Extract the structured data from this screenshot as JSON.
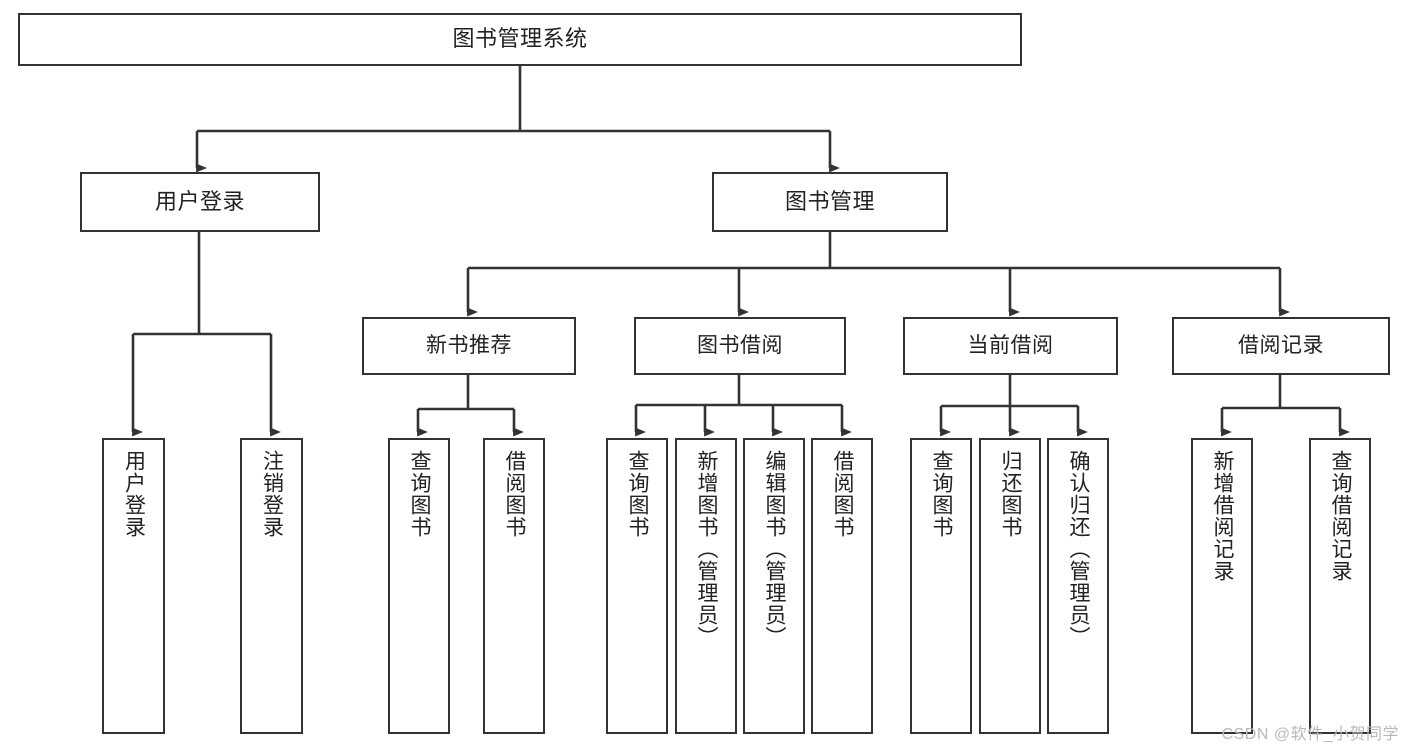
{
  "diagram": {
    "title": "图书管理系统",
    "type": "hierarchy-tree",
    "colors": {
      "box_stroke": "#333333",
      "box_fill": "#ffffff",
      "edge": "#333333",
      "text": "#222222",
      "watermark": "#b9b9b9",
      "background": "#ffffff"
    },
    "watermark": "CSDN @软件_小贺同学",
    "levels": [
      {
        "level": 1,
        "nodes": [
          {
            "id": "root",
            "label": "图书管理系统"
          }
        ]
      },
      {
        "level": 2,
        "nodes": [
          {
            "id": "user-login",
            "label": "用户登录",
            "parent": "root"
          },
          {
            "id": "book-manage",
            "label": "图书管理",
            "parent": "root"
          }
        ]
      },
      {
        "level": 3,
        "nodes": [
          {
            "id": "new-book-rec",
            "label": "新书推荐",
            "parent": "book-manage"
          },
          {
            "id": "book-borrow",
            "label": "图书借阅",
            "parent": "book-manage"
          },
          {
            "id": "current-borrow",
            "label": "当前借阅",
            "parent": "book-manage"
          },
          {
            "id": "borrow-record",
            "label": "借阅记录",
            "parent": "book-manage"
          }
        ]
      },
      {
        "level": 4,
        "nodes": [
          {
            "id": "leaf-user-login",
            "label": "用户登录",
            "parent": "user-login"
          },
          {
            "id": "leaf-user-logout",
            "label": "注销登录",
            "parent": "user-login"
          },
          {
            "id": "leaf-rec-query",
            "label": "查询图书",
            "parent": "new-book-rec"
          },
          {
            "id": "leaf-rec-borrow",
            "label": "借阅图书",
            "parent": "new-book-rec"
          },
          {
            "id": "leaf-borrow-query",
            "label": "查询图书",
            "parent": "book-borrow"
          },
          {
            "id": "leaf-borrow-add",
            "label": "新增图书（管理员）",
            "parent": "book-borrow"
          },
          {
            "id": "leaf-borrow-edit",
            "label": "编辑图书（管理员）",
            "parent": "book-borrow"
          },
          {
            "id": "leaf-borrow-borrow",
            "label": "借阅图书",
            "parent": "book-borrow"
          },
          {
            "id": "leaf-current-query",
            "label": "查询图书",
            "parent": "current-borrow"
          },
          {
            "id": "leaf-current-return",
            "label": "归还图书",
            "parent": "current-borrow"
          },
          {
            "id": "leaf-current-confirm",
            "label": "确认归还（管理员）",
            "parent": "current-borrow"
          },
          {
            "id": "leaf-record-add",
            "label": "新增借阅记录",
            "parent": "borrow-record"
          },
          {
            "id": "leaf-record-query",
            "label": "查询借阅记录",
            "parent": "borrow-record"
          }
        ]
      }
    ]
  }
}
